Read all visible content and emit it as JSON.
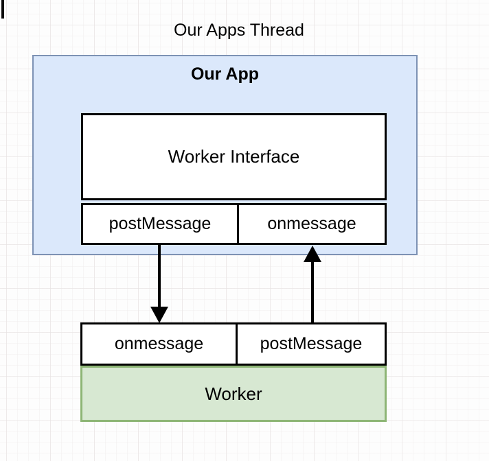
{
  "colors": {
    "app_fill": "#dbe8fb",
    "app_stroke": "#7d92b4",
    "worker_fill": "#d7e8d2",
    "worker_stroke": "#8db575",
    "arrow": "#000000",
    "box_stroke": "#000000"
  },
  "diagram": {
    "title": "Our Apps Thread",
    "app_box": {
      "label": "Our App"
    },
    "worker_interface_box": {
      "label": "Worker Interface"
    },
    "app_port_row": {
      "left": "postMessage",
      "right": "onmessage"
    },
    "worker_port_row": {
      "left": "onmessage",
      "right": "postMessage"
    },
    "worker_box": {
      "label": "Worker"
    },
    "arrows": {
      "down": "app postMessage to worker onmessage",
      "up": "worker postMessage to app onmessage"
    }
  }
}
